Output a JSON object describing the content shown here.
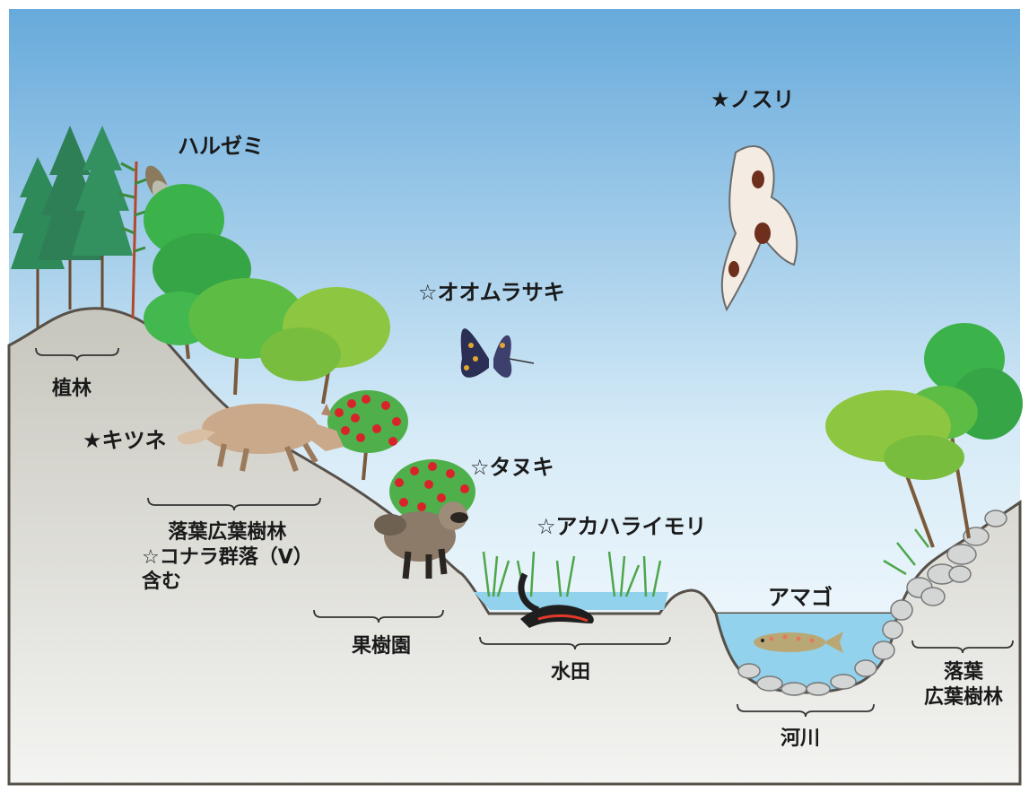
{
  "labels": {
    "haruzemi": "ハルゼミ",
    "nosuri": "★ノスリ",
    "oomurasaki": "☆オオムラサキ",
    "kitsune": "★キツネ",
    "tanuki": "☆タヌキ",
    "akaharaimori": "☆アカハライモリ",
    "amago": "アマゴ"
  },
  "habitats": {
    "shokurin": "植林",
    "rakuyo_line1": "落葉広葉樹林",
    "rakuyo_line2": "☆コナラ群落（V）",
    "rakuyo_line3": "含む",
    "kajuen": "果樹園",
    "suiden": "水田",
    "kasen": "河川",
    "rakuyo2_line1": "落葉",
    "rakuyo2_line2": "広葉樹林"
  },
  "colors": {
    "sky_top": "#6aaedc",
    "sky_bottom": "#ffffff",
    "ground": "#c9c9c2",
    "ground_edge": "#555049",
    "water": "#8fd0ea",
    "conifer": "#2f8a5a",
    "leaf_dark": "#3fae4a",
    "leaf_light": "#8cc63e",
    "apple": "#d9232b"
  }
}
